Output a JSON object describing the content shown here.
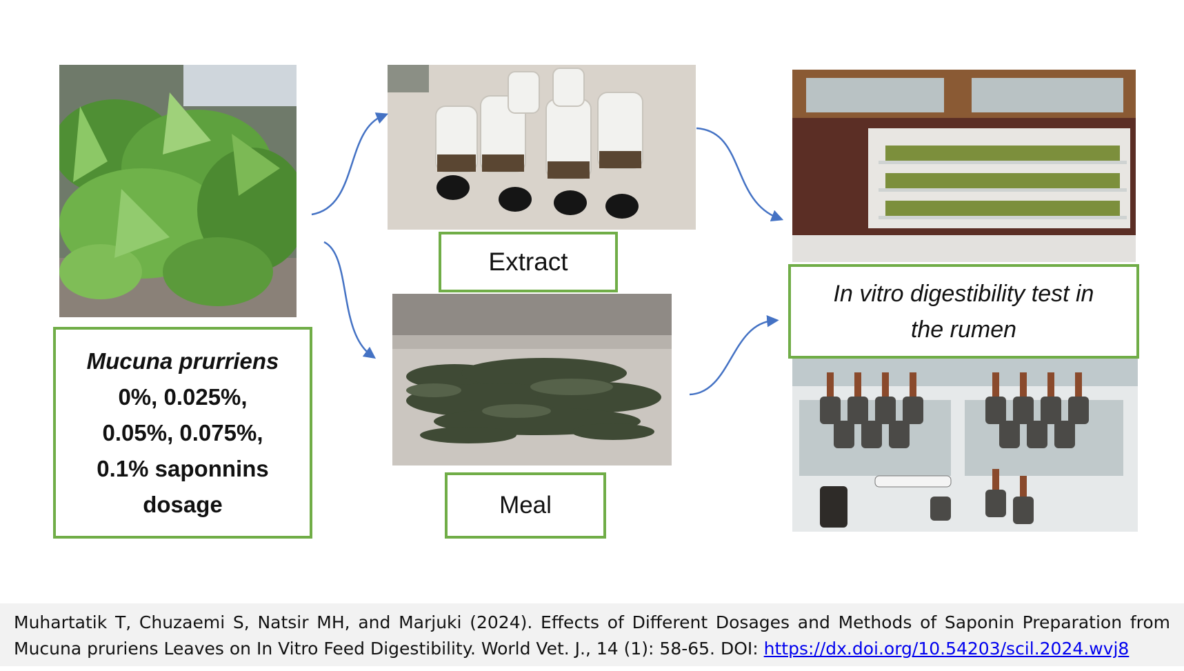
{
  "photos": {
    "leaves": "mucuna-leaves-photo",
    "extract": "extract-bottles-photo",
    "meal": "drying-leaves-meal-photo",
    "incubator": "incubator-photo",
    "bottles": "rumen-fermentation-bottles-photo"
  },
  "labels": {
    "mucuna_line1": "Mucuna prurriens",
    "mucuna_line2": "0%, 0.025%,",
    "mucuna_line3": "0.05%, 0.075%,",
    "mucuna_line4": "0.1% saponnins",
    "mucuna_line5": "dosage",
    "extract": "Extract",
    "meal": "Meal",
    "invitro_line1": "In vitro digestibility test in",
    "invitro_line2": "the rumen"
  },
  "citation": {
    "text": "Muhartatik T, Chuzaemi S, Natsir MH, and Marjuki (2024). Effects of Different Dosages and Methods of Saponin Preparation from Mucuna pruriens Leaves on In Vitro Feed Digestibility. World Vet. J., 14 (1): 58-65. DOI: ",
    "doi_link": "https://dx.doi.org/10.54203/scil.2024.wvj8"
  },
  "colors": {
    "box_border": "#70ad47",
    "arrow": "#4472c4"
  }
}
